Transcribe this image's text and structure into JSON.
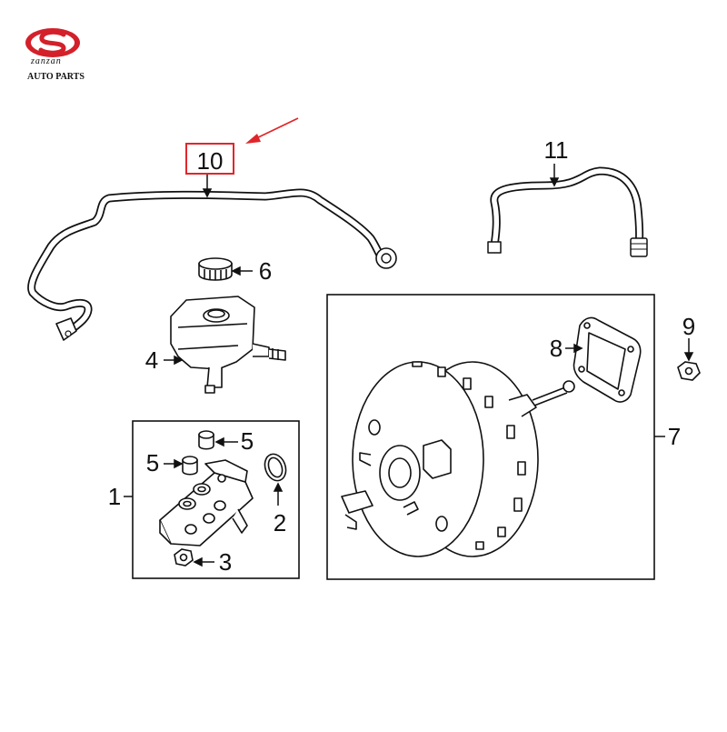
{
  "brand": {
    "logo_icon": "zanzan-s-logo",
    "name": "zanzan",
    "subtitle": "AUTO PARTS",
    "logo_color": "#d3202a"
  },
  "callouts": {
    "c1": "1",
    "c2": "2",
    "c3": "3",
    "c4": "4",
    "c5a": "5",
    "c5b": "5",
    "c6": "6",
    "c7": "7",
    "c8": "8",
    "c9": "9",
    "c10": "10",
    "c11": "11"
  },
  "highlight": {
    "part": "10",
    "color": "#e0262b"
  }
}
